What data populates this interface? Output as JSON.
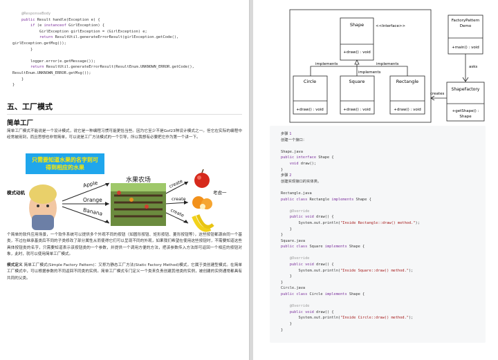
{
  "left_page": {
    "code_lines": [
      {
        "indent": 2,
        "parts": [
          {
            "t": "@ResponseBody",
            "c": "ann"
          }
        ]
      },
      {
        "indent": 2,
        "parts": [
          {
            "t": "public",
            "c": "kw"
          },
          {
            "t": " Result handle(Exception e) {",
            "c": ""
          }
        ]
      },
      {
        "indent": 4,
        "parts": [
          {
            "t": "if",
            "c": "kw"
          },
          {
            "t": " (e ",
            "c": ""
          },
          {
            "t": "instanceof",
            "c": "kw"
          },
          {
            "t": " GirlException) {",
            "c": ""
          }
        ]
      },
      {
        "indent": 6,
        "parts": [
          {
            "t": "GirlException girlException = (GirlException) e;",
            "c": ""
          }
        ]
      },
      {
        "indent": 6,
        "parts": [
          {
            "t": "return",
            "c": "kw"
          },
          {
            "t": " ResultUtil.generateErrorResult(girlException.getCode(),",
            "c": ""
          }
        ]
      },
      {
        "indent": 0,
        "parts": [
          {
            "t": "girlException.getMsg());",
            "c": ""
          }
        ]
      },
      {
        "indent": 4,
        "parts": [
          {
            "t": "}",
            "c": ""
          }
        ]
      },
      {
        "indent": 0,
        "parts": [
          {
            "t": "",
            "c": ""
          }
        ]
      },
      {
        "indent": 4,
        "parts": [
          {
            "t": "logger.error(e.getMessage());",
            "c": ""
          }
        ]
      },
      {
        "indent": 4,
        "parts": [
          {
            "t": "return",
            "c": "kw"
          },
          {
            "t": " ResultUtil.generateErrorResult(ResultEnum.UNKNOWN_ERROR.getCode(),",
            "c": ""
          }
        ]
      },
      {
        "indent": 0,
        "parts": [
          {
            "t": "ResultEnum.UNKNOWN_ERROR.getMsg());",
            "c": ""
          }
        ]
      },
      {
        "indent": 2,
        "parts": [
          {
            "t": "}",
            "c": ""
          }
        ]
      },
      {
        "indent": 0,
        "parts": [
          {
            "t": "}",
            "c": ""
          }
        ]
      }
    ],
    "section_title": "五、工厂模式",
    "subsection_title": "简单工厂",
    "intro_paragraph": "简单工厂模式不能说是一个设计模式，说它是一种编程习惯可能更恰当些。因为它至少不是Gof23种设计模式之一。但它在实际的编程中经常被用到，而且思想也非常简单，可以说是工厂方法模式的一个引导，所以我想有必要把它作为第一个讲一下。",
    "figure": {
      "banner_line1": "只需要知道水果的名字则可",
      "banner_line2": "得到相应的水果",
      "farm_title": "水果农场",
      "left_label": "模式动机",
      "arrow_labels": [
        "Apple",
        "Orange",
        "Banana"
      ],
      "create_labels": [
        "create",
        "create",
        "create"
      ],
      "right_label": "考虑一"
    },
    "body_paragraph": "个简单的软件应用场景，一个软件系统可以提供多个外观不同的按钮（如圆形按钮、矩形按钮、菱形按钮等），这些按钮都源自同一个基类，不过在继承基类后不同的子类修改了部分属性从而使得它们可以呈现不同的外观，如果我们希望在使用这些按钮时，不需要知道这些具体按钮类的名字，只需要知道表示该按钮类的一个参数，并提供一个调用方便的方法，把该参数传入方法即可返回一个相应的按钮对象，此时，就可以使用简单工厂模式。",
    "definition_label": "模式定义",
    "definition_text": " 简单工厂模式(Simple Factory Pattern)：又称为静态工厂方法(Static Factory Method)模式，它属于类创建型模式。在简单工厂模式中，可以根据参数的不同返回不同类的实例。简单工厂模式专门定义一个类来负责创建其他类的实例，被创建的实例通常都具有共同的父类。"
  },
  "uml": {
    "shape_name": "Shape",
    "shape_stereotype": "<<Interface>>",
    "shape_method": "+draw() : void",
    "implements_label": "implements",
    "classes": [
      {
        "name": "Circle",
        "method": "+draw() : void"
      },
      {
        "name": "Square",
        "method": "+draw() : void"
      },
      {
        "name": "Rectangle",
        "method": "+draw() : void"
      }
    ],
    "demo_name_line1": "FactoryPattern",
    "demo_name_line2": "Demo",
    "demo_method": "+main() : void",
    "asks_label": "asks",
    "factory_name": "ShapeFactory",
    "factory_method_line1": "+getShape() :",
    "factory_method_line2": "Shape",
    "creates_label": "creates"
  },
  "right_page": {
    "code_lines": [
      {
        "indent": 0,
        "parts": [
          {
            "t": "步骤 ",
            "c": "cn"
          },
          {
            "t": "1",
            "c": "kw"
          }
        ]
      },
      {
        "indent": 0,
        "parts": [
          {
            "t": "创建一个接口：",
            "c": "cn"
          }
        ]
      },
      {
        "indent": 0,
        "parts": [
          {
            "t": "",
            "c": ""
          }
        ]
      },
      {
        "indent": 0,
        "parts": [
          {
            "t": "Shape.java",
            "c": ""
          }
        ]
      },
      {
        "indent": 0,
        "parts": [
          {
            "t": "public interface",
            "c": "kw"
          },
          {
            "t": " Shape {",
            "c": ""
          }
        ]
      },
      {
        "indent": 2,
        "parts": [
          {
            "t": "void",
            "c": "kw"
          },
          {
            "t": " draw();",
            "c": ""
          }
        ]
      },
      {
        "indent": 0,
        "parts": [
          {
            "t": "}",
            "c": ""
          }
        ]
      },
      {
        "indent": 0,
        "parts": [
          {
            "t": "步骤 ",
            "c": "cn"
          },
          {
            "t": "2",
            "c": "kw"
          }
        ]
      },
      {
        "indent": 0,
        "parts": [
          {
            "t": "创建实现接口的实体类。",
            "c": "cn"
          }
        ]
      },
      {
        "indent": 0,
        "parts": [
          {
            "t": "",
            "c": ""
          }
        ]
      },
      {
        "indent": 0,
        "parts": [
          {
            "t": "Rectangle.java",
            "c": ""
          }
        ]
      },
      {
        "indent": 0,
        "parts": [
          {
            "t": "public class",
            "c": "kw"
          },
          {
            "t": " Rectangle ",
            "c": ""
          },
          {
            "t": "implements",
            "c": "kw"
          },
          {
            "t": " Shape {",
            "c": ""
          }
        ]
      },
      {
        "indent": 0,
        "parts": [
          {
            "t": "",
            "c": ""
          }
        ]
      },
      {
        "indent": 2,
        "parts": [
          {
            "t": "@Override",
            "c": "ann"
          }
        ]
      },
      {
        "indent": 2,
        "parts": [
          {
            "t": "public void",
            "c": "kw"
          },
          {
            "t": " draw() {",
            "c": ""
          }
        ]
      },
      {
        "indent": 4,
        "parts": [
          {
            "t": "System.out.println(",
            "c": ""
          },
          {
            "t": "\"Inside Rectangle::draw() method.\"",
            "c": "str"
          },
          {
            "t": ");",
            "c": ""
          }
        ]
      },
      {
        "indent": 2,
        "parts": [
          {
            "t": "}",
            "c": ""
          }
        ]
      },
      {
        "indent": 0,
        "parts": [
          {
            "t": "}",
            "c": ""
          }
        ]
      },
      {
        "indent": 0,
        "parts": [
          {
            "t": "Square.java",
            "c": ""
          }
        ]
      },
      {
        "indent": 0,
        "parts": [
          {
            "t": "public class",
            "c": "kw"
          },
          {
            "t": " Square ",
            "c": ""
          },
          {
            "t": "implements",
            "c": "kw"
          },
          {
            "t": " Shape {",
            "c": ""
          }
        ]
      },
      {
        "indent": 0,
        "parts": [
          {
            "t": "",
            "c": ""
          }
        ]
      },
      {
        "indent": 2,
        "parts": [
          {
            "t": "@Override",
            "c": "ann"
          }
        ]
      },
      {
        "indent": 2,
        "parts": [
          {
            "t": "public void",
            "c": "kw"
          },
          {
            "t": " draw() {",
            "c": ""
          }
        ]
      },
      {
        "indent": 4,
        "parts": [
          {
            "t": "System.out.println(",
            "c": ""
          },
          {
            "t": "\"Inside Square::draw() method.\"",
            "c": "str"
          },
          {
            "t": ");",
            "c": ""
          }
        ]
      },
      {
        "indent": 2,
        "parts": [
          {
            "t": "}",
            "c": ""
          }
        ]
      },
      {
        "indent": 0,
        "parts": [
          {
            "t": "}",
            "c": ""
          }
        ]
      },
      {
        "indent": 0,
        "parts": [
          {
            "t": "Circle.java",
            "c": ""
          }
        ]
      },
      {
        "indent": 0,
        "parts": [
          {
            "t": "public class",
            "c": "kw"
          },
          {
            "t": " Circle ",
            "c": ""
          },
          {
            "t": "implements",
            "c": "kw"
          },
          {
            "t": " Shape {",
            "c": ""
          }
        ]
      },
      {
        "indent": 0,
        "parts": [
          {
            "t": "",
            "c": ""
          }
        ]
      },
      {
        "indent": 2,
        "parts": [
          {
            "t": "@Override",
            "c": "ann"
          }
        ]
      },
      {
        "indent": 2,
        "parts": [
          {
            "t": "public void",
            "c": "kw"
          },
          {
            "t": " draw() {",
            "c": ""
          }
        ]
      },
      {
        "indent": 4,
        "parts": [
          {
            "t": "System.out.println(",
            "c": ""
          },
          {
            "t": "\"Inside Circle::draw() method.\"",
            "c": "str"
          },
          {
            "t": ");",
            "c": ""
          }
        ]
      },
      {
        "indent": 2,
        "parts": [
          {
            "t": "}",
            "c": ""
          }
        ]
      },
      {
        "indent": 0,
        "parts": [
          {
            "t": "}",
            "c": ""
          }
        ]
      }
    ]
  }
}
